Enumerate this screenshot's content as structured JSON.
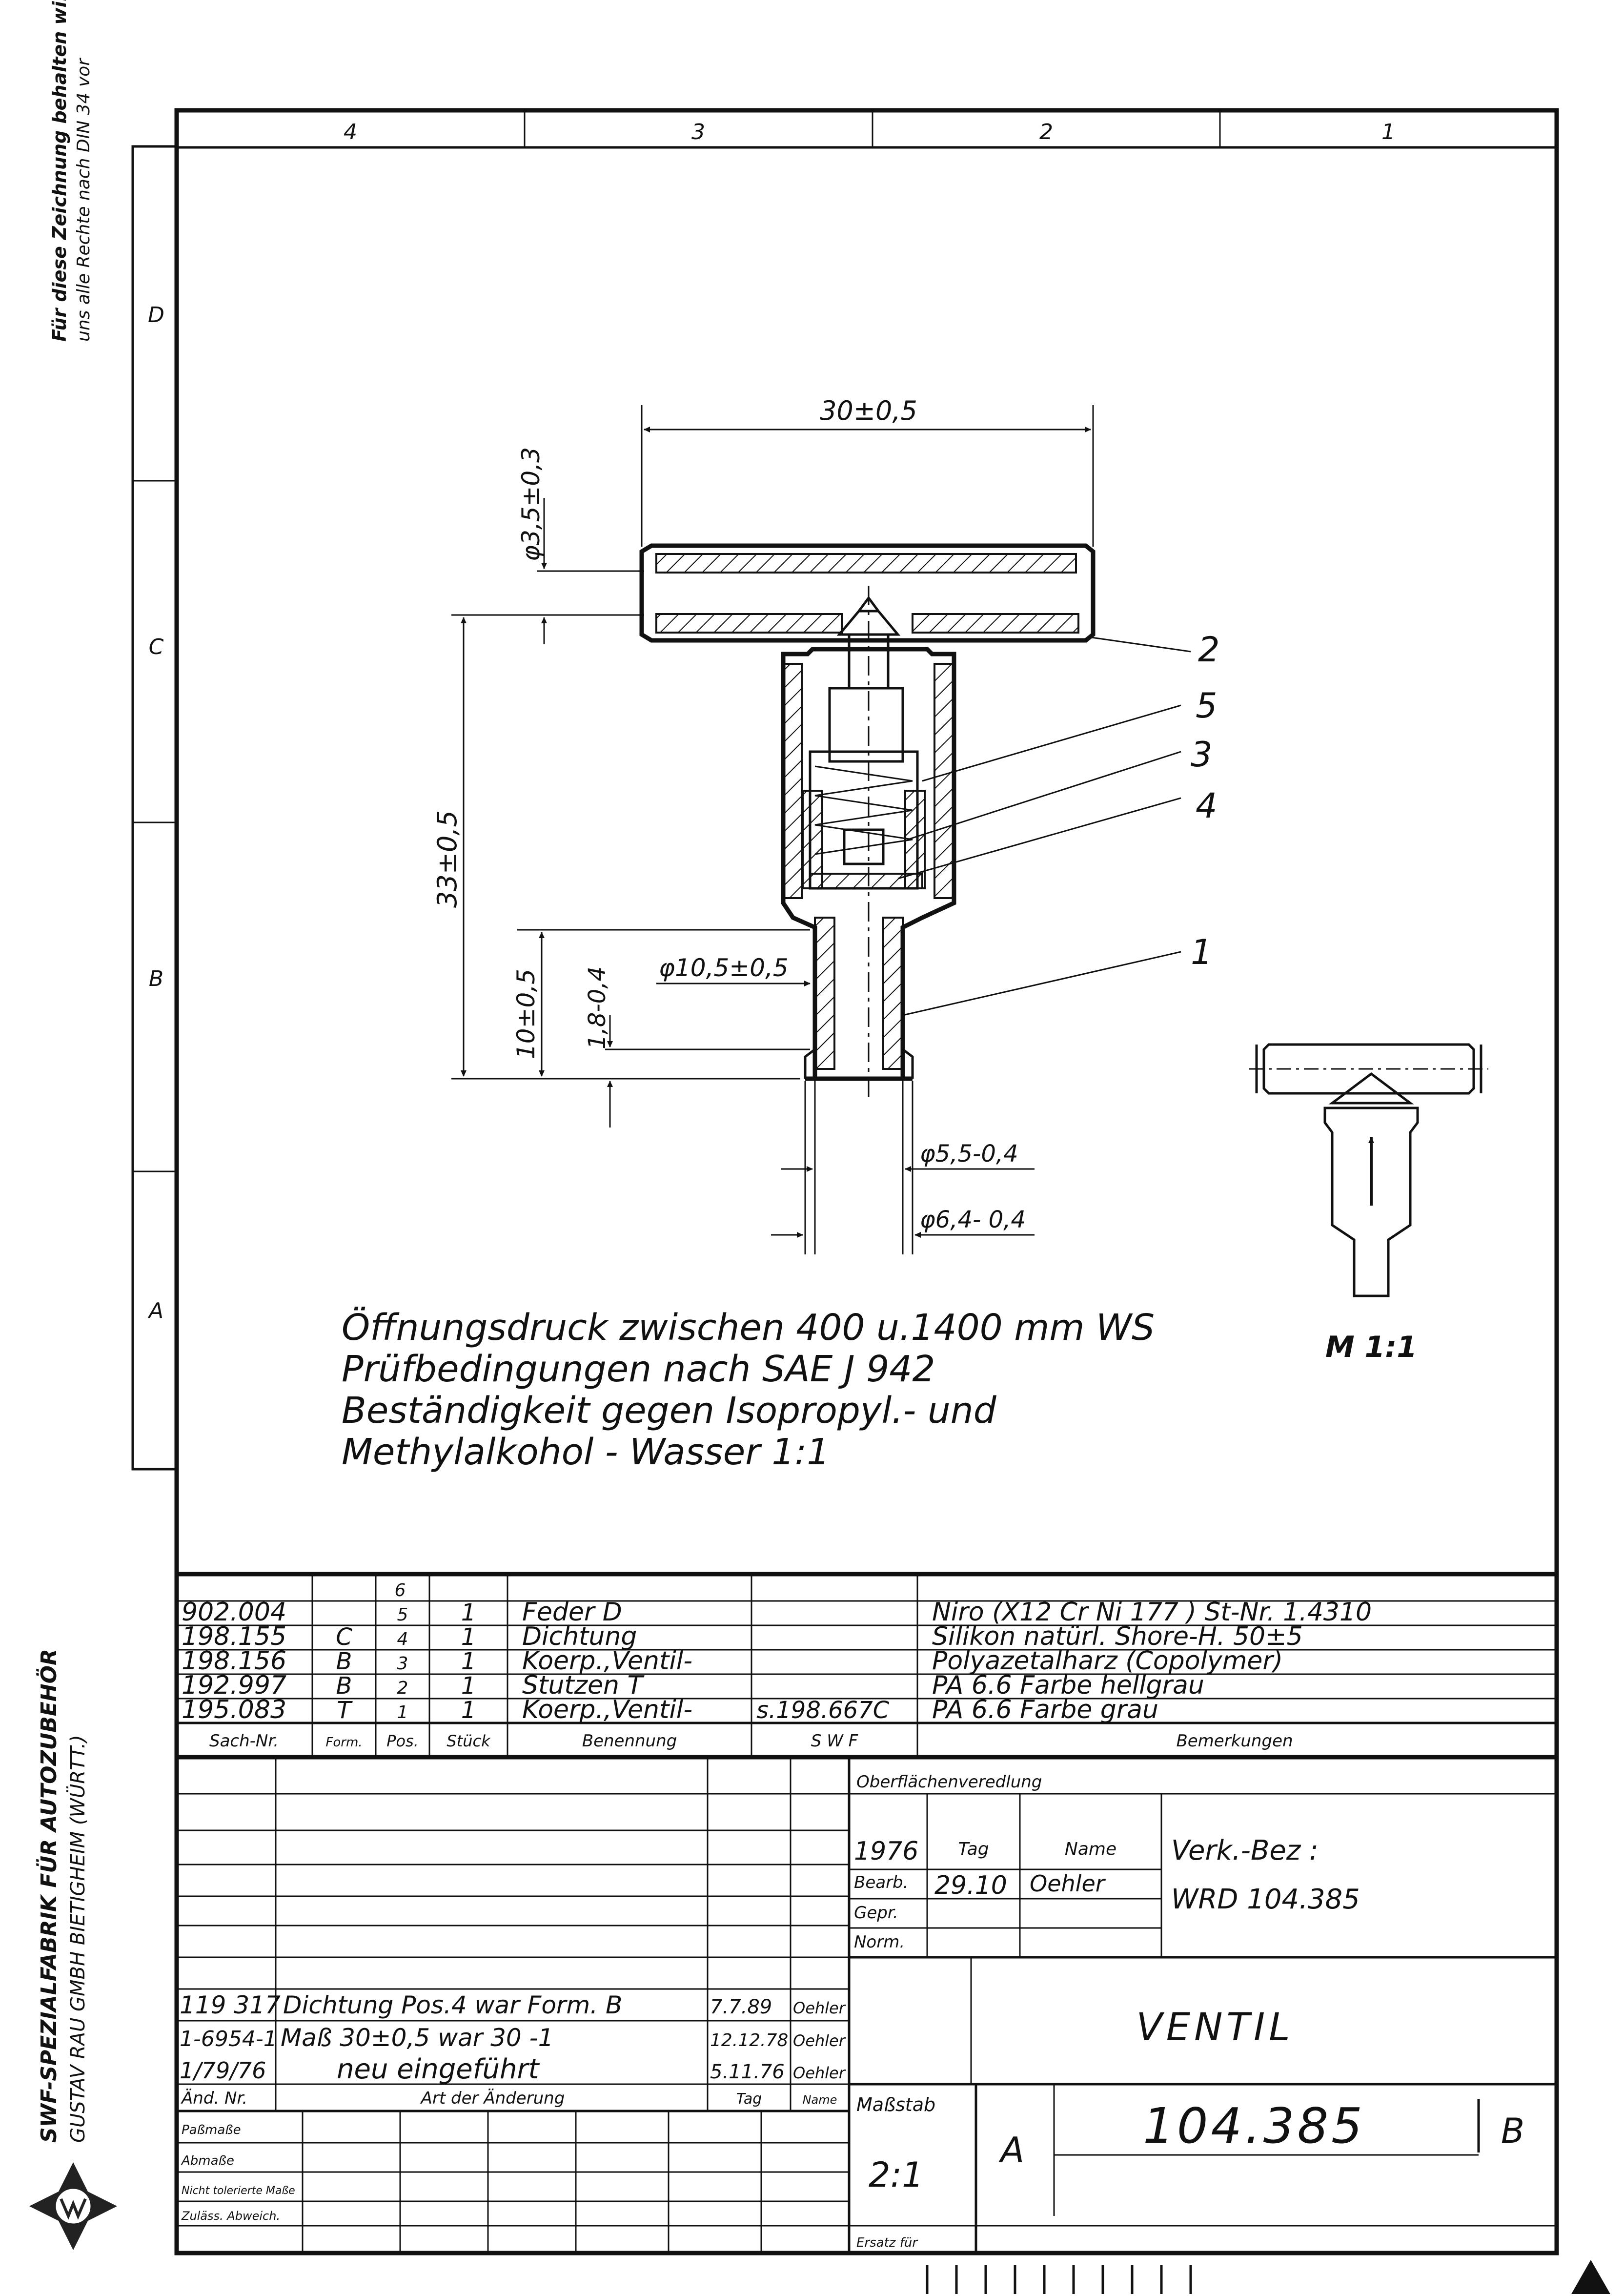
{
  "side_notice": {
    "line1": "Für diese Zeichnung behalten wir",
    "line2": "uns alle Rechte nach DIN 34 vor"
  },
  "company": {
    "line1": "SWF-SPEZIALFABRIK FÜR AUTOZUBEHÖR",
    "line2": "GUSTAV RAU GMBH BIETIGHEIM (WÜRTT.)"
  },
  "grid": {
    "columns": [
      "4",
      "3",
      "2",
      "1"
    ],
    "rows": [
      "D",
      "C",
      "B",
      "A"
    ]
  },
  "dimensions": {
    "width": "30±0,5",
    "tube_dia": "φ3,5±0,3",
    "height": "33±0,5",
    "stem_len": "10±0,5",
    "groove": "1,8-0,4",
    "body_dia": "φ10,5±0,5",
    "stem_dia1": "φ5,5-0,4",
    "stem_dia2": "φ6,4- 0,4"
  },
  "callouts": [
    "2",
    "5",
    "3",
    "4",
    "1"
  ],
  "scale_detail": "M 1:1",
  "notes": [
    "Öffnungsdruck zwischen  400 u.1400 mm WS",
    "Prüfbedingungen nach SAE J 942",
    "Beständigkeit  gegen Isopropyl.- und",
    "Methylalkohol - Wasser 1:1"
  ],
  "parts_list": {
    "header_pos_top": "6",
    "headers": {
      "sach_nr": "Sach-Nr.",
      "form": "Form.",
      "pos": "Pos.",
      "stueck": "Stück",
      "benennung": "Benennung",
      "swf": "S W F",
      "bemerkungen": "Bemerkungen"
    },
    "rows": [
      {
        "sach_nr": "902.004",
        "form": "",
        "pos": "5",
        "stueck": "1",
        "benennung": "Feder  D",
        "swf": "",
        "bemerkungen": "Niro  (X12 Cr Ni 177 ) St-Nr. 1.4310"
      },
      {
        "sach_nr": "198.155",
        "form": "C",
        "pos": "4",
        "stueck": "1",
        "benennung": "Dichtung",
        "swf": "",
        "bemerkungen": "Silikon natürl.  Shore-H. 50±5"
      },
      {
        "sach_nr": "198.156",
        "form": "B",
        "pos": "3",
        "stueck": "1",
        "benennung": "Koerp.,Ventil-",
        "swf": "",
        "bemerkungen": "Polyazetalharz  (Copolymer)"
      },
      {
        "sach_nr": "192.997",
        "form": "B",
        "pos": "2",
        "stueck": "1",
        "benennung": "Stutzen T",
        "swf": "",
        "bemerkungen": "PA 6.6  Farbe hellgrau"
      },
      {
        "sach_nr": "195.083",
        "form": "T",
        "pos": "1",
        "stueck": "1",
        "benennung": "Koerp.,Ventil-",
        "swf": "s.198.667C",
        "bemerkungen": "PA 6.6  Farbe grau"
      }
    ]
  },
  "title_block": {
    "oberflaeche": "Oberflächenveredlung",
    "year": "1976",
    "tag_label": "Tag",
    "name_label": "Name",
    "bearb_label": "Bearb.",
    "bearb_date": "29.10",
    "bearb_sig": "Oehler",
    "gepr_label": "Gepr.",
    "norm_label": "Norm.",
    "verk_label": "Verk.-Bez :",
    "verk_value": "WRD 104.385",
    "title": "VENTIL",
    "massstab_label": "Maßstab",
    "massstab_value": "2:1",
    "format": "A",
    "drawing_no": "104.385",
    "revision": "B",
    "ersatz_label": "Ersatz für"
  },
  "changes": {
    "rows": [
      {
        "nr": "119 317",
        "art": "Dichtung  Pos.4  war Form. B",
        "tag": "7.7.89",
        "name": "Oehler"
      },
      {
        "nr": "1-6954-1",
        "art": "Maß 30±0,5  war  30 -1",
        "tag": "12.12.78",
        "name": "Oehler"
      },
      {
        "nr": "1/79/76",
        "art": "neu  eingeführt",
        "tag": "5.11.76",
        "name": "Oehler"
      }
    ],
    "headers": {
      "nr": "Änd. Nr.",
      "art": "Art der Änderung",
      "tag": "Tag",
      "name": "Name"
    }
  },
  "tolerances": {
    "passmasse": "Paßmaße",
    "abmasse": "Abmaße",
    "nicht_tol": "Nicht tolerierte Maße",
    "zulaess": "Zuläss. Abweich."
  }
}
